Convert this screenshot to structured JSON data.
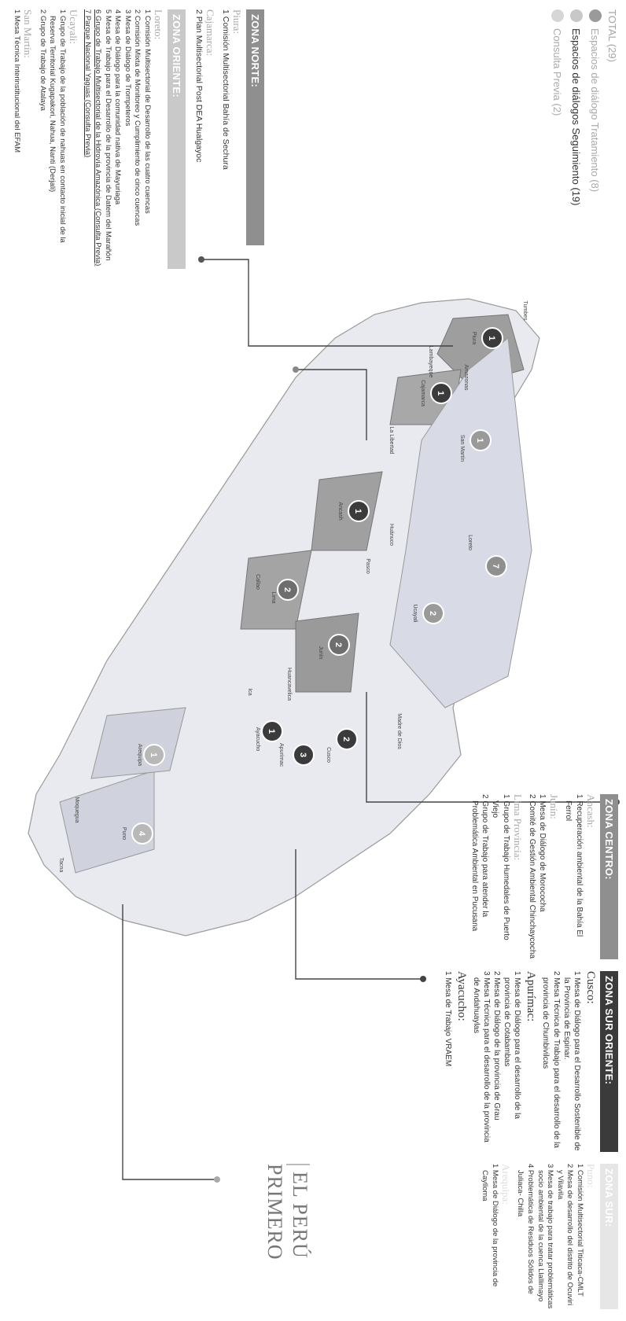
{
  "legend": {
    "title": "TOTAL (29)",
    "items": [
      {
        "label": "Espacios de diálogo Tratamiento (8)",
        "color": "#9a9a9a"
      },
      {
        "label": "Espacios de diálogos Seguimiento (19)",
        "color": "#c8c8c8"
      },
      {
        "label": "Consulta Previa (2)",
        "color": "#d6d6d6"
      }
    ]
  },
  "zona_norte": {
    "header": "ZONA NORTE:",
    "regions": [
      {
        "name": "Piura:",
        "items": [
          "1 Comisión Multisectorial Bahía de Sechura"
        ]
      },
      {
        "name": "Cajamarca:",
        "items": [
          "2 Plan Multisectorial Post DEA Hualgayoc"
        ]
      }
    ]
  },
  "zona_oriente": {
    "header": "ZONA ORIENTE:",
    "regions": [
      {
        "name": "Loreto:",
        "items": [
          "1 Comisión Multisectorial de Desarrollo de las cuatro cuencas",
          "2 Comisión Mixta de Monitoreo y Cumplimiento de cinco cuencas",
          "3 Mesa de Diálogo de Trompeteros",
          "4 Mesa de Diálogo para la comunidad nativa de Mayuriaga",
          "5 Mesa de Trabajo para el Desarrollo de la provincia de Datem del Marañón",
          "6 Grupo de Trabajo Multisectorial de la Hidrovía Amazónica (Consulta Previa)",
          "7 Parque Nacional Yaguas (Consulta Previa)"
        ]
      },
      {
        "name": "Ucayali:",
        "items": [
          "1 Grupo de Trabajo de la población de nahuas en contacto inicial de la Reserva Territorial Kugapakori, Nahua, Nanti (Derjali)",
          "2 Grupo de Trabajo de Atalaya"
        ]
      },
      {
        "name": "San Martín:",
        "items": [
          "1 Mesa Técnica Interinstitucional del EFAM"
        ]
      }
    ]
  },
  "zona_centro": {
    "header": "ZONA CENTRO:",
    "regions": [
      {
        "name": "Ancash:",
        "items": [
          "1 Recuperación ambiental de la Bahía El Ferrol"
        ]
      },
      {
        "name": "Junín:",
        "items": [
          "1 Mesa de Diálogo de Morococha",
          "2 Comité de Gestión Ambiental Chinchaycocha"
        ]
      },
      {
        "name": "Lima Provincia:",
        "items": [
          "1 Grupo de Trabajo Humedales de Puerto Viejo",
          "2 Grupo de Trabajo para atender la Problemática Ambiental en Pucusana"
        ]
      }
    ]
  },
  "zona_sur_oriente": {
    "header": "ZONA SUR ORIENTE:",
    "regions": [
      {
        "name": "Cusco:",
        "items": [
          "1 Mesa de Diálogo para el Desarrollo Sostenible de la Provincia de Espinar.",
          "2 Mesa Técnica de Trabajo para el desarrollo de la provincia de Chumbivilcas"
        ]
      },
      {
        "name": "Apurímac:",
        "items": [
          "1 Mesa de Diálogo para el desarrollo de la provincia de Cotabambas",
          "2 Mesa de Diálogo de la provincia de Grau",
          "3 Mesa Técnica para el desarrollo de la provincia de Andahuaylas"
        ]
      },
      {
        "name": "Ayacucho:",
        "items": [
          "1 Mesa de Trabajo VRAEM"
        ]
      }
    ]
  },
  "zona_sur": {
    "header": "ZONA SUR:",
    "regions": [
      {
        "name": "Puno:",
        "items": [
          "1 Comisión Multisectorial Titicaca-CMLT",
          "2 Mesa de desarrollo del distrito de Ocuviri y Vilavila",
          "3 Mesa de trabajo para tratar problemáticas socio ambiental de la cuenca Llallimayo",
          "4 Problemática de Residuos Sólidos de Juliaca- Chilla"
        ]
      },
      {
        "name": "Arequipa:",
        "items": [
          "1 Mesa de Diálogo de la provincia de Caylloma"
        ]
      }
    ]
  },
  "brand": "EL PERÚ PRIMERO",
  "map": {
    "departments": [
      "Tumbes",
      "Piura",
      "Cajamarca",
      "Amazonas",
      "Lambayeque",
      "La Libertad",
      "San Martín",
      "Loreto",
      "Ancash",
      "Huánuco",
      "Ucayali",
      "Pasco",
      "Lima",
      "Callao",
      "Junín",
      "Huancavelica",
      "Ica",
      "Ayacucho",
      "Apurímac",
      "Cusco",
      "Madre de Dios",
      "Puno",
      "Arequipa",
      "Moquegua",
      "Tacna"
    ],
    "markers": [
      {
        "region": "Piura",
        "count": "1"
      },
      {
        "region": "Cajamarca",
        "count": "1"
      },
      {
        "region": "San Martín",
        "count": "1"
      },
      {
        "region": "Loreto",
        "count": "7"
      },
      {
        "region": "Ancash",
        "count": "1"
      },
      {
        "region": "Lima",
        "count": "2"
      },
      {
        "region": "Junín",
        "count": "2"
      },
      {
        "region": "Ucayali",
        "count": "2"
      },
      {
        "region": "Cusco",
        "count": "2"
      },
      {
        "region": "Apurímac",
        "count": "3"
      },
      {
        "region": "Ayacucho",
        "count": "1"
      },
      {
        "region": "Arequipa",
        "count": "1"
      },
      {
        "region": "Puno",
        "count": "4"
      }
    ]
  }
}
